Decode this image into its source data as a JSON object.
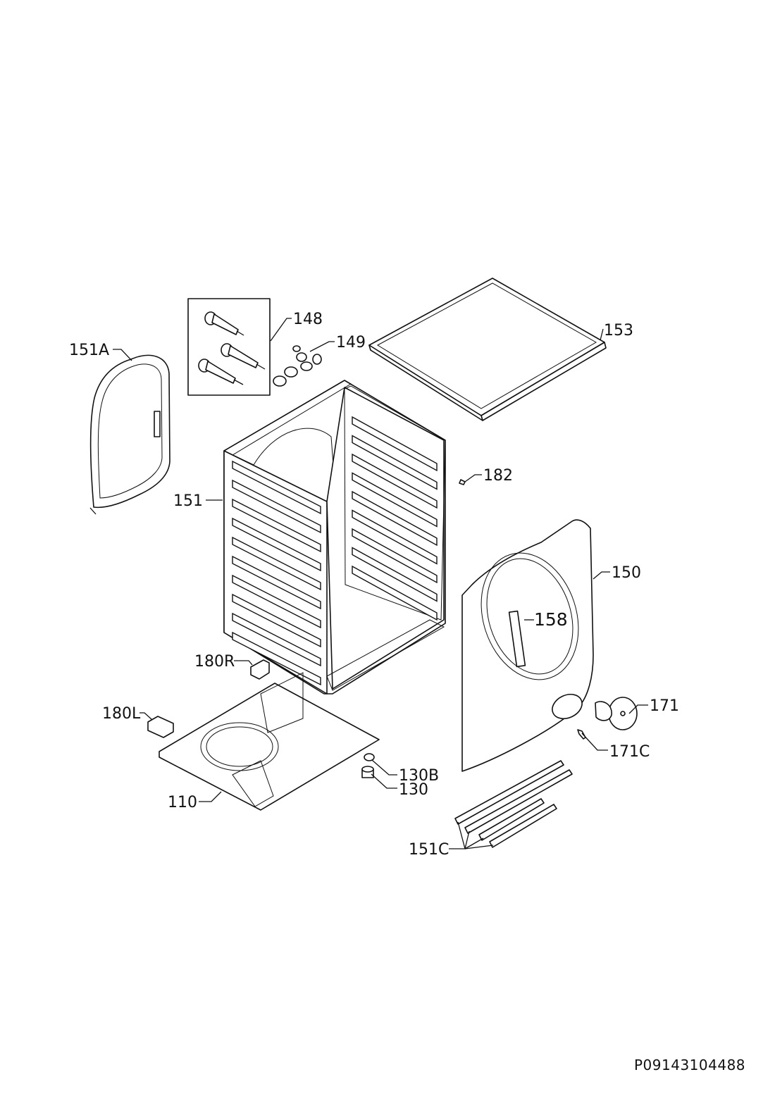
{
  "labels": {
    "l148": "148",
    "l149": "149",
    "l153": "153",
    "l151A": "151A",
    "l151": "151",
    "l182": "182",
    "l150": "150",
    "l158": "158",
    "l180R": "180R",
    "l180L": "180L",
    "l171": "171",
    "l171C": "171C",
    "l130B": "130B",
    "l130": "130",
    "l110": "110",
    "l151C": "151C"
  },
  "document_code": "P09143104488"
}
